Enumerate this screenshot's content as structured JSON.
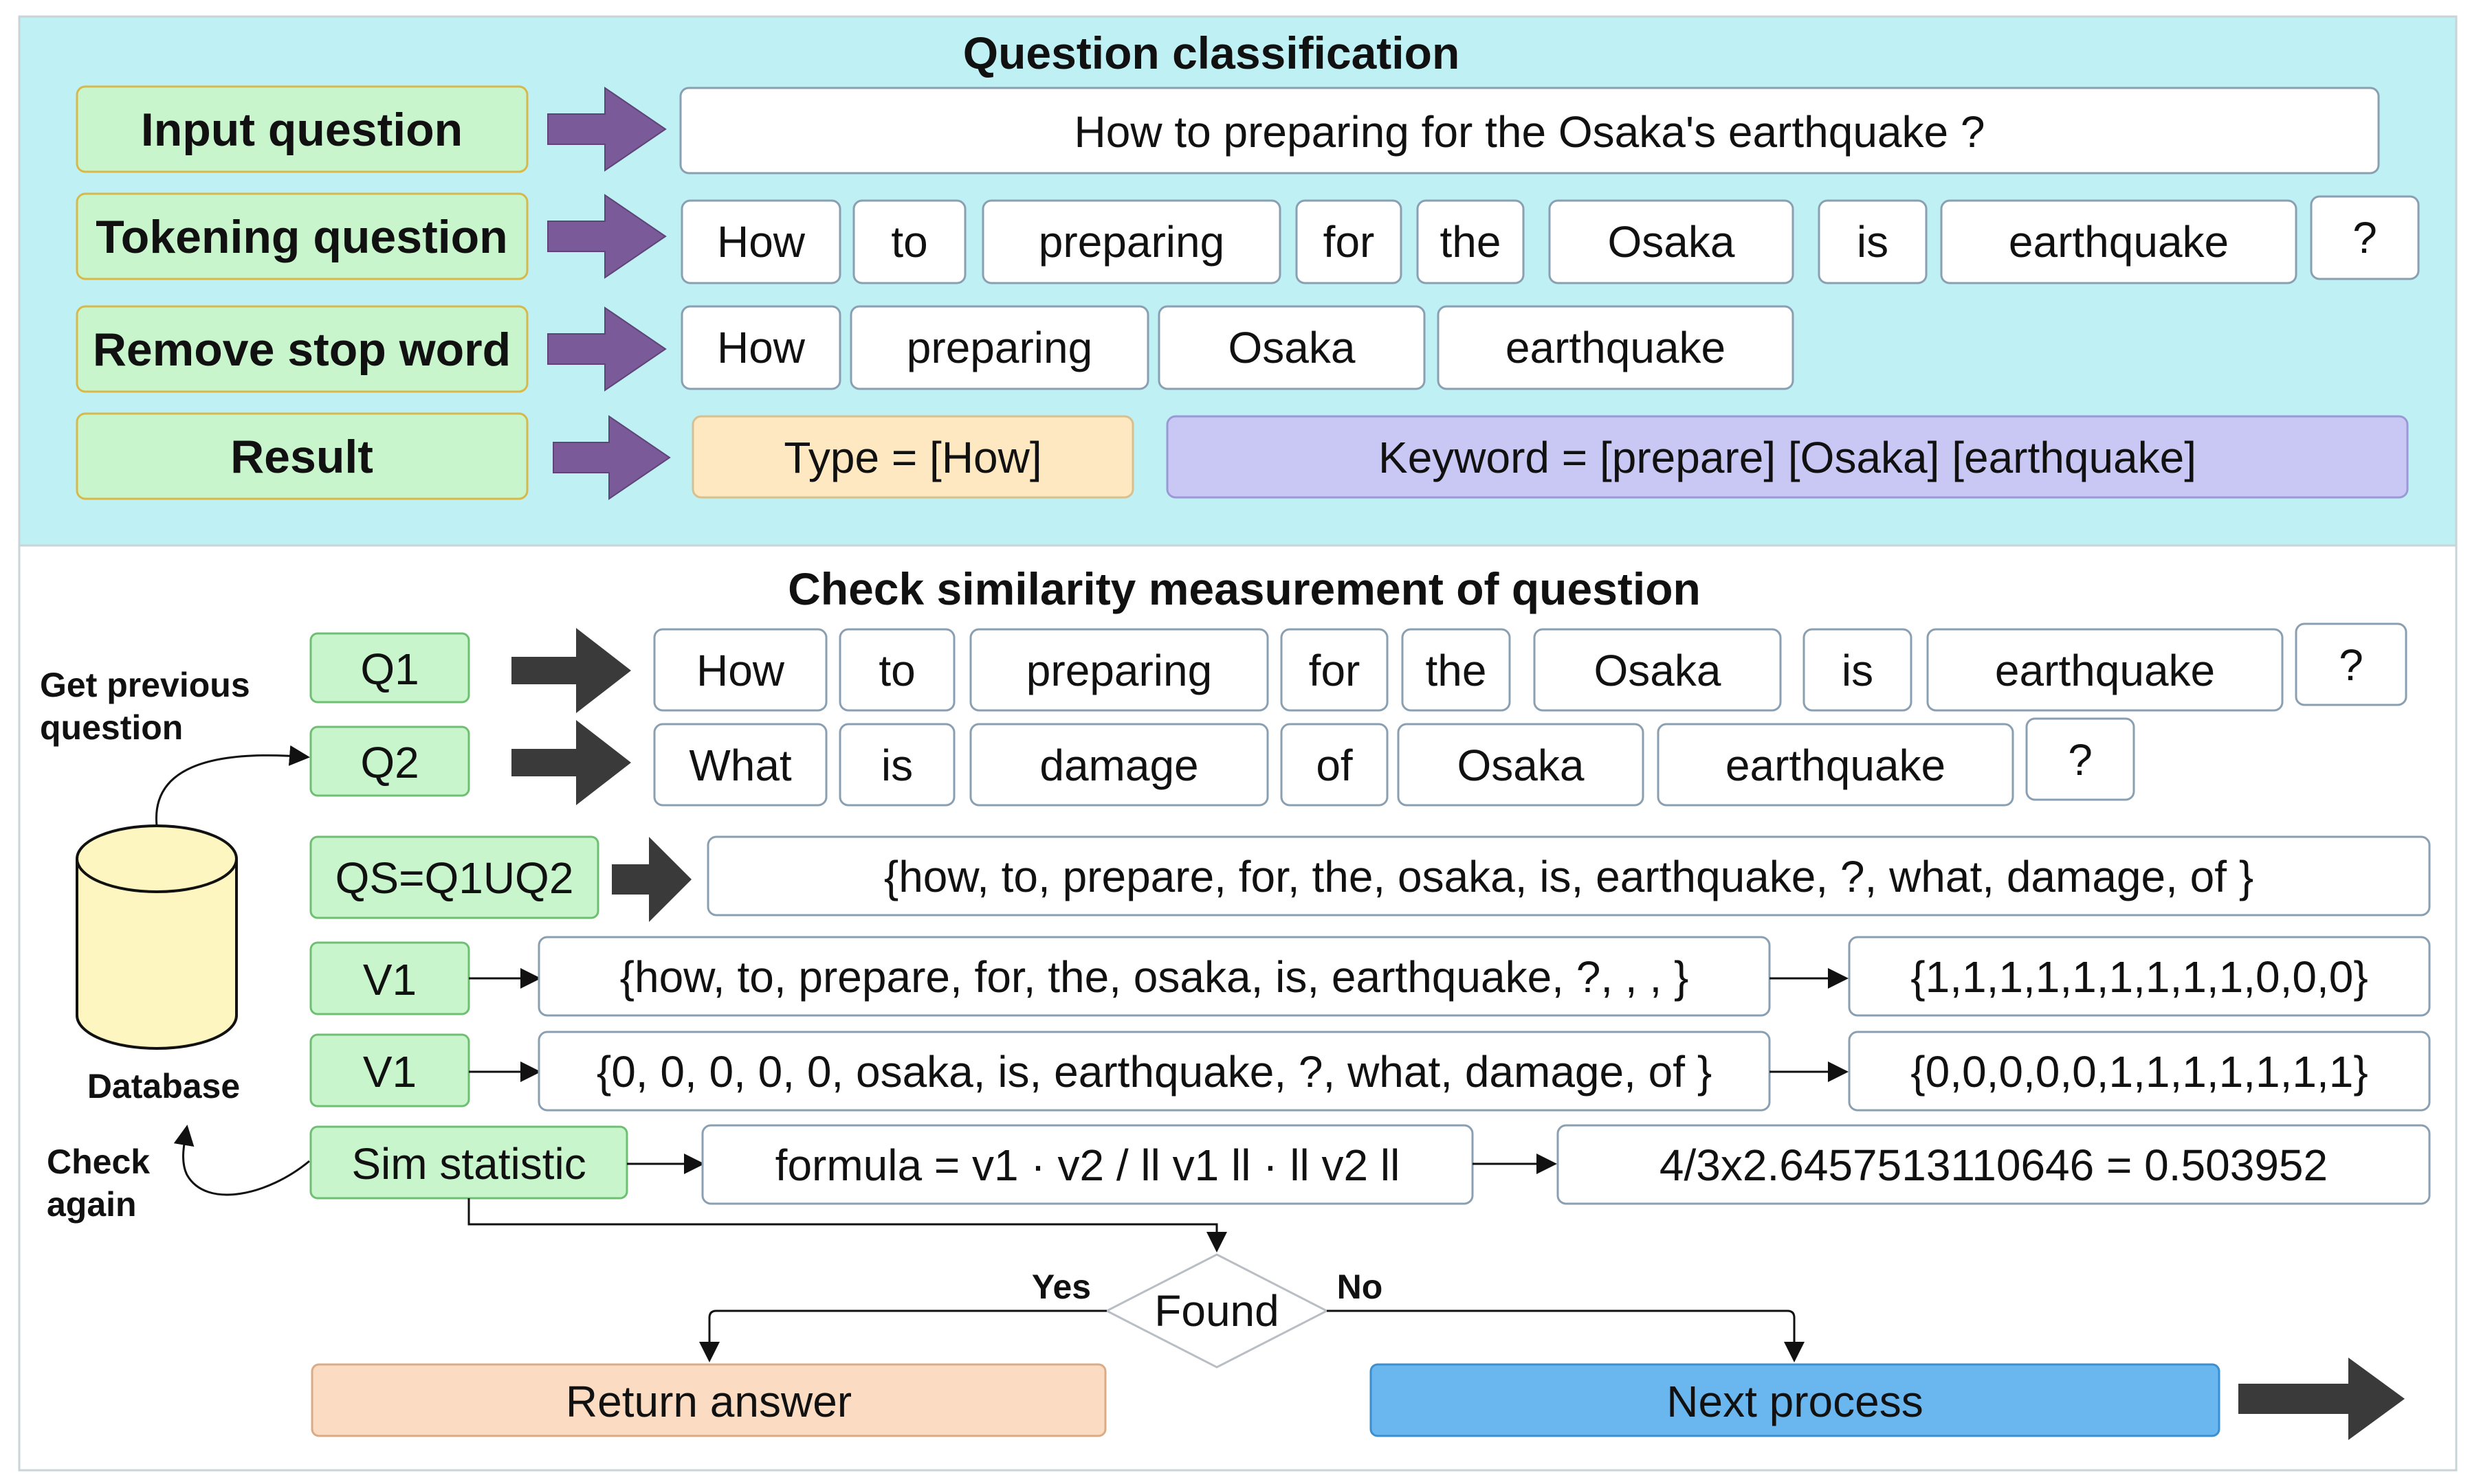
{
  "top_panel": {
    "title": "Question classification",
    "steps": {
      "input_label": "Input question",
      "tokening_label": "Tokening question",
      "remove_label": "Remove stop word",
      "result_label": "Result"
    },
    "input_question": "How to preparing for the Osaka's earthquake ?",
    "tokens": [
      "How",
      "to",
      "preparing",
      "for",
      "the",
      "Osaka",
      "is",
      "earthquake",
      "?"
    ],
    "filtered_tokens": [
      "How",
      "preparing",
      "Osaka",
      "earthquake"
    ],
    "type_result": "Type = [How]",
    "keyword_result": "Keyword = [prepare] [Osaka] [earthquake]"
  },
  "bottom_panel": {
    "title": "Check similarity measurement of question",
    "get_previous_label": [
      "Get previous",
      "question"
    ],
    "database_label": "Database",
    "check_again_label": [
      "Check",
      "again"
    ],
    "q1_label": "Q1",
    "q2_label": "Q2",
    "q1_tokens": [
      "How",
      "to",
      "preparing",
      "for",
      "the",
      "Osaka",
      "is",
      "earthquake",
      "?"
    ],
    "q2_tokens": [
      "What",
      "is",
      "damage",
      "of",
      "Osaka",
      "earthquake",
      "?"
    ],
    "qs_label": "QS=Q1UQ2",
    "qs_set": "{how, to, prepare, for, the, osaka, is, earthquake, ?, what, damage, of }",
    "v1_label": "V1",
    "v1_set": "{how, to, prepare, for, the, osaka, is, earthquake, ?,  ,  ,  }",
    "v1_vector": "{1,1,1,1,1,1,1,1,1,0,0,0}",
    "v2_label": "V1",
    "v2_set": "{0, 0, 0, 0, 0, osaka, is, earthquake, ?, what, damage, of }",
    "v2_vector": "{0,0,0,0,0,1,1,1,1,1,1,1}",
    "sim_label": "Sim statistic",
    "formula": "formula = v1 · v2 / ll v1 ll · ll v2 ll",
    "sim_result": "4/3x2.6457513110646 = 0.503952",
    "decision_label": "Found",
    "yes_label": "Yes",
    "no_label": "No",
    "return_answer": "Return answer",
    "next_process": "Next process"
  },
  "colors": {
    "top_panel_bg": "#bff0f4",
    "step_box": "#c9f5cd",
    "type_box": "#fde8c2",
    "keyword_box": "#c9c8f5",
    "purple_arrow": "#7a5a98",
    "dark_arrow": "#3a3a3a",
    "return_box": "#fbdcc3",
    "next_box": "#6ab7f0"
  }
}
